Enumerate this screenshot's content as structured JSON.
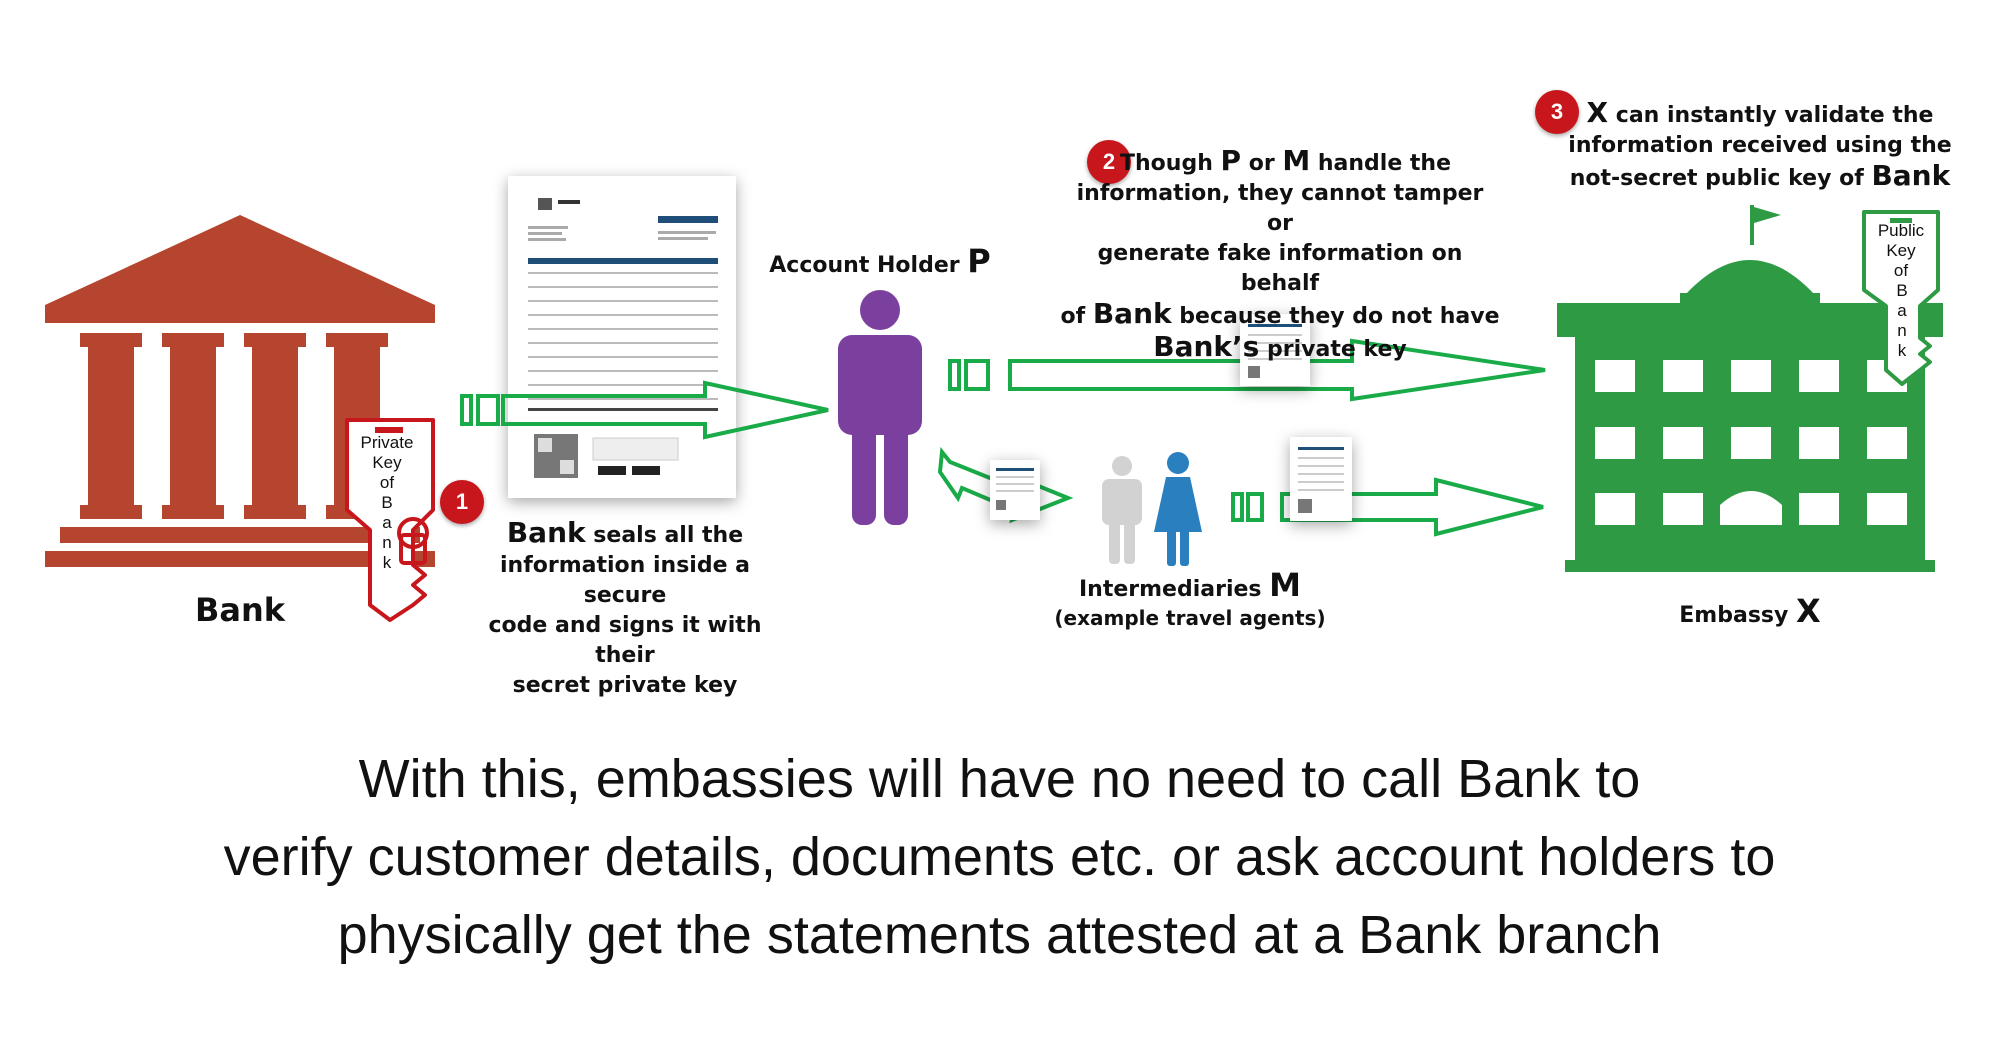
{
  "bank": {
    "label": "Bank",
    "key_lines": [
      "Private",
      "Key",
      "of"
    ],
    "key_letters": [
      "B",
      "a",
      "n",
      "k"
    ]
  },
  "doc_caption": {
    "bold": "Bank",
    "line1": " seals all the",
    "line2": "information inside a secure",
    "line3": "code and signs it with their",
    "line4": "secret private key"
  },
  "holder": {
    "label": "Account Holder ",
    "letter": "P"
  },
  "intermediaries": {
    "label": "Intermediaries ",
    "letter": "M",
    "sub": "(example travel agents)"
  },
  "step1": {
    "number": "1"
  },
  "step2": {
    "number": "2",
    "t1": "Though ",
    "p": "P",
    "t2": " or ",
    "m": "M",
    "t3": " handle the",
    "line2": "information, they cannot tamper or",
    "line3": "generate fake information on behalf",
    "t4": "of ",
    "bank": "Bank",
    "t5": " because they do not have",
    "bank2": "Bank’s",
    "t6": " private key"
  },
  "step3": {
    "number": "3",
    "x": "X",
    "t1": " can instantly validate the",
    "line2": "information received using the",
    "t2": "not-secret public key of ",
    "bank": "Bank"
  },
  "embassy": {
    "label": "Embassy ",
    "letter": "X",
    "key_lines": [
      "Public",
      "Key",
      "of"
    ],
    "key_letters": [
      "B",
      "a",
      "n",
      "k"
    ]
  },
  "caption": {
    "line1": "With this, embassies will have no need to call Bank to",
    "line2": "verify customer details, documents etc. or ask account holders to",
    "line3": "physically get the statements attested at a Bank branch"
  },
  "colors": {
    "bank": "#b5452f",
    "embassy": "#2e9b44",
    "arrow": "#1aab49",
    "holder": "#7b3f9e",
    "badge": "#c8161d",
    "intermediary_female": "#2a7fbf"
  }
}
